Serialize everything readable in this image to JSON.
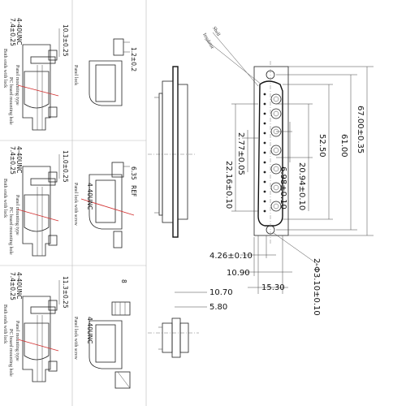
{
  "dimensions": {
    "overall_length": "67.00±0.35",
    "mount_hole_spacing": "61.00",
    "shell_length": "52.50",
    "row_pitch_span": "20.94±0.10",
    "pin_pitch_a": "6.98±0.10",
    "pin_pitch_b": "2.77±0.05",
    "pin_span_left": "22.16±0.10",
    "row_offset": "4.26±0.10",
    "flange_width": "10.90",
    "shell_width": "15.30",
    "mount_hole": "2-Φ3.10±0.10",
    "profile_height": "10.70",
    "profile_depth": "5.80"
  },
  "variants": [
    {
      "screw_a": "7.4±0.25",
      "screw_b": "4-40UNC",
      "board_thickness": "10.3±0.25",
      "note_a": "Both ends with lock",
      "note_b": "PC board mounting hole",
      "note_c": "Panel mounting type",
      "dim_right": "1.2±0.2",
      "mid_note": "Panel lock"
    },
    {
      "screw_a": "7.4±0.25",
      "screw_b": "4-40UNC",
      "board_thickness": "11.0±0.25",
      "note_a": "Both ends with lock",
      "note_b": "PC board mounting hole",
      "note_c": "Panel mounting type",
      "dim_right": "6.35",
      "dim_right_label": "REF",
      "mid_note": "4-40UNC",
      "mid_note_b": "Panel lock with screw"
    },
    {
      "screw_a": "7.4±0.25",
      "screw_b": "4-40UNC",
      "board_thickness": "11.3±0.25",
      "note_a": "Both ends with lock",
      "note_b": "PC board mounting hole",
      "note_c": "Panel mounting type",
      "dim_right": "8",
      "mid_note": "4-40UNC",
      "mid_note_b": "Panel lock with screw"
    }
  ],
  "callout": {
    "line_a": "Shell",
    "line_b": "Insulator"
  }
}
